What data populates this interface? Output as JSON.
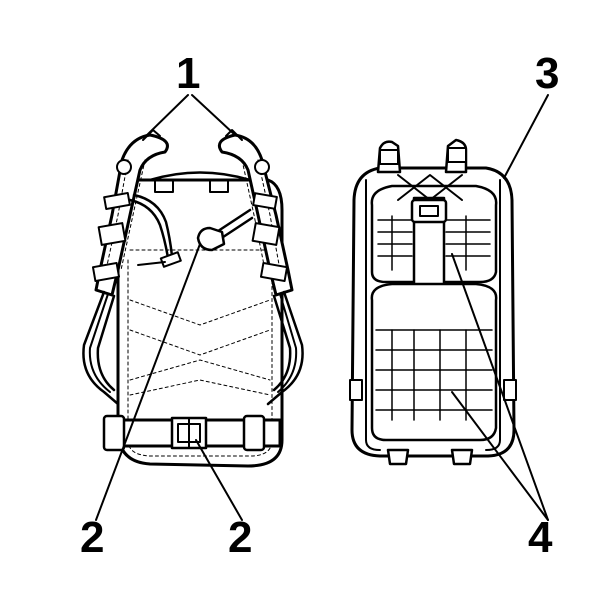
{
  "diagram": {
    "callouts": {
      "shoulder_straps": "1",
      "buckles_left": "2",
      "buckles_right": "2",
      "backpack": "3",
      "molle_webbing": "4"
    },
    "colors": {
      "line": "#000000",
      "fill": "#ffffff"
    }
  }
}
